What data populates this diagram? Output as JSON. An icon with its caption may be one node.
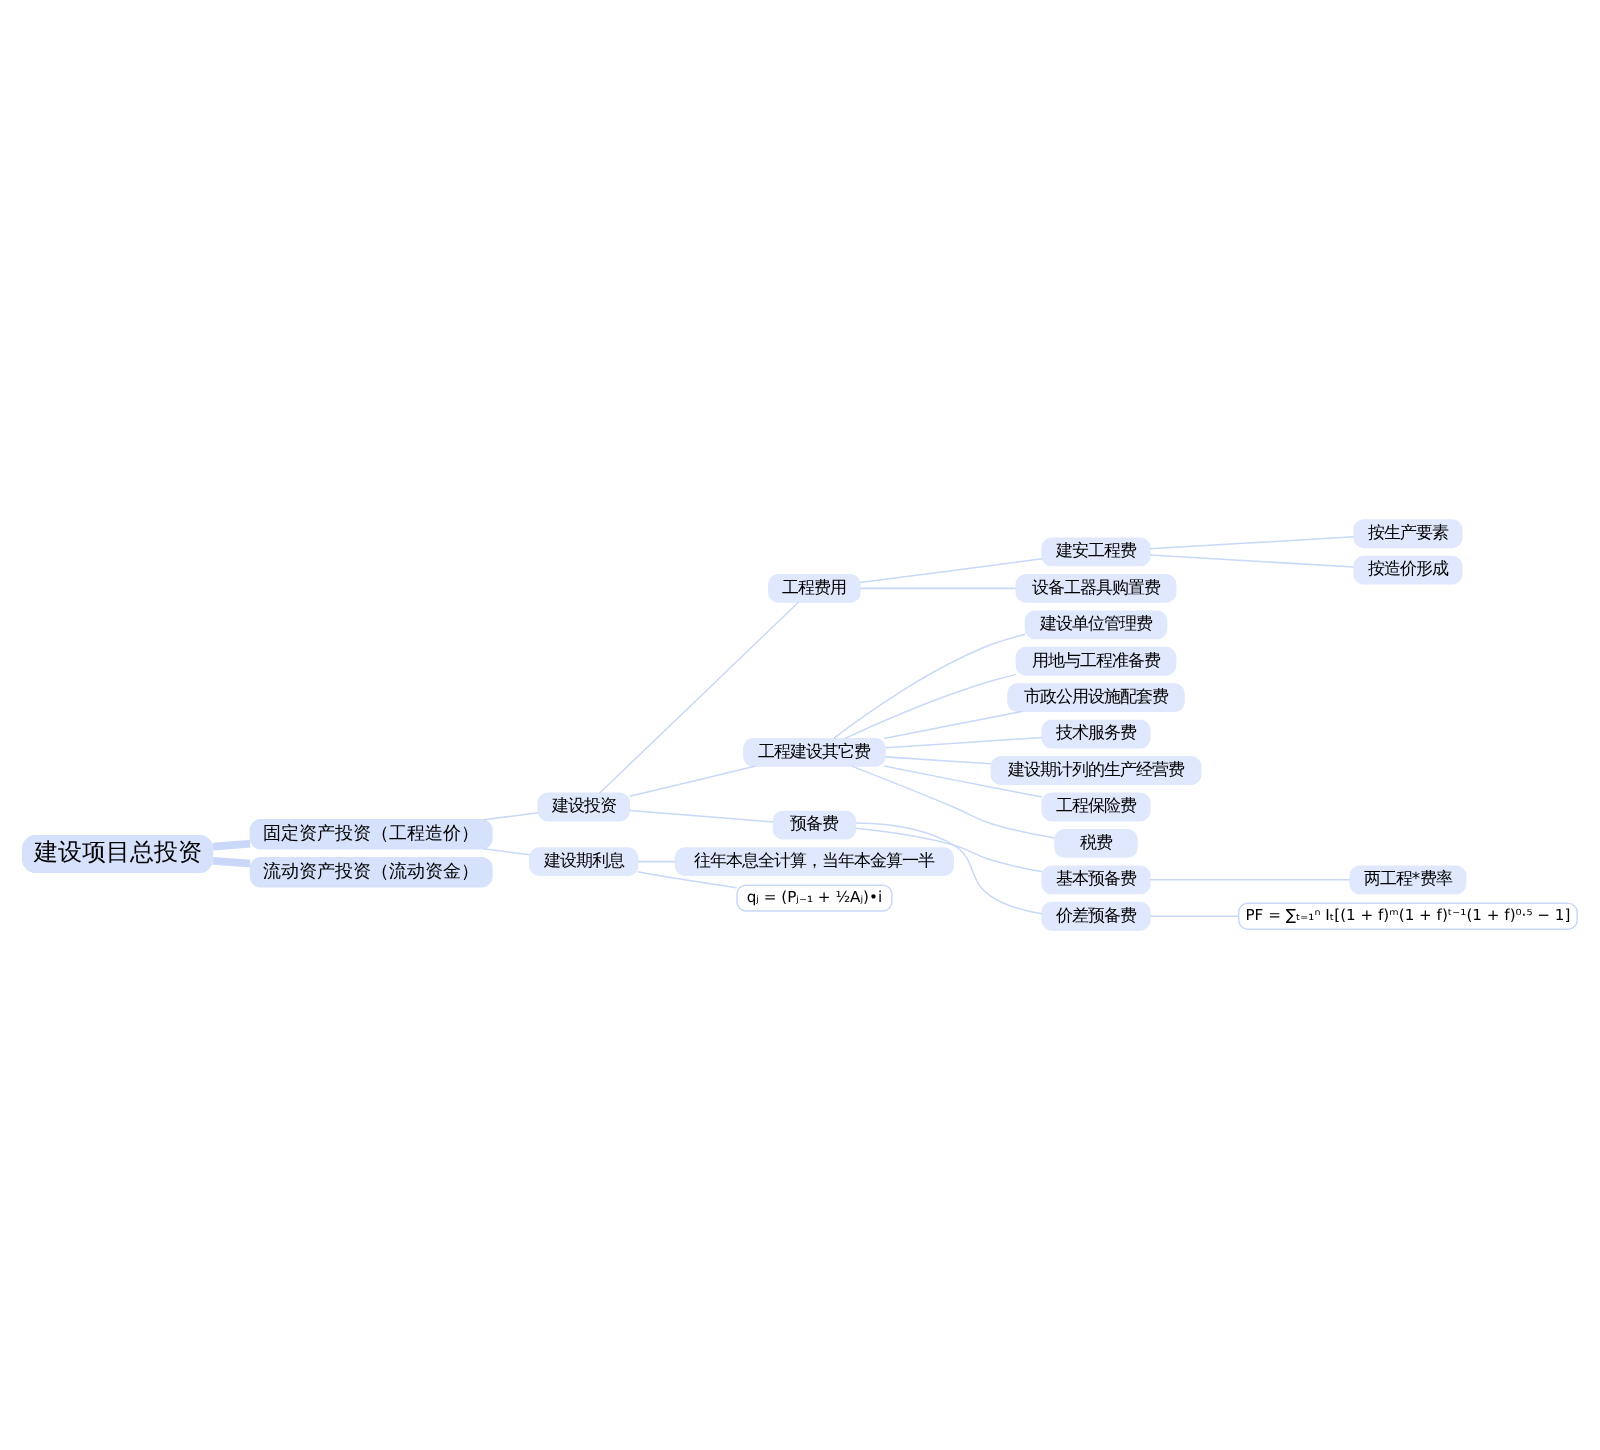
{
  "diagram": {
    "nodes": [
      {
        "text": [
          "建设项目总投资"
        ]
      },
      {
        "text": [
          "固定资产投资（工程造价）"
        ]
      },
      {
        "text": [
          "建设投资"
        ]
      },
      {
        "text": [
          "工程费用"
        ]
      },
      {
        "text": [
          "建安工程费"
        ]
      },
      {
        "text": [
          "按生产要素"
        ]
      },
      {
        "text": [
          "按造价形成"
        ]
      },
      {
        "text": [
          "设备工器具购置费"
        ]
      },
      {
        "text": [
          "工程建设其它费"
        ]
      },
      {
        "text": [
          "建设单位管理费"
        ]
      },
      {
        "text": [
          "用地与工程准备费"
        ]
      },
      {
        "text": [
          "市政公用设施配套费"
        ]
      },
      {
        "text": [
          "技术服务费"
        ]
      },
      {
        "text": [
          "建设期计列的生产经营费"
        ]
      },
      {
        "text": [
          "工程保险费"
        ]
      },
      {
        "text": [
          "税费"
        ]
      },
      {
        "text": [
          "预备费"
        ]
      },
      {
        "text": [
          "基本预备费"
        ]
      },
      {
        "text": [
          "两工程*费率"
        ]
      },
      {
        "text": [
          "价差预备费"
        ]
      },
      {
        "text": [
          "PF = ∑ₜ₌₁ⁿ Iₜ[(1 + f)ᵐ(1 + f)ᵗ⁻¹(1 + f)⁰·⁵ − 1]"
        ]
      },
      {
        "text": [
          "建设期利息"
        ]
      },
      {
        "text": [
          "往年本息全计算，当年本金算一半"
        ]
      },
      {
        "text": [
          "qⱼ = (Pⱼ₋₁ + ½Aⱼ)•i"
        ]
      },
      {
        "text": [
          "流动资产投资（流动资金）"
        ]
      }
    ],
    "edges": [
      {
        "from": 0,
        "to": 1,
        "arrow": "none",
        "style": "thick"
      },
      {
        "from": 0,
        "to": 24,
        "arrow": "none",
        "style": "thick"
      },
      {
        "from": 1,
        "to": 2,
        "arrow": "none"
      },
      {
        "from": 1,
        "to": 21,
        "arrow": "none"
      },
      {
        "from": 2,
        "to": 3,
        "arrow": "none"
      },
      {
        "from": 2,
        "to": 8,
        "arrow": "none"
      },
      {
        "from": 2,
        "to": 16,
        "arrow": "none"
      },
      {
        "from": 3,
        "to": 4,
        "arrow": "none"
      },
      {
        "from": 3,
        "to": 7,
        "arrow": "none"
      },
      {
        "from": 4,
        "to": 5,
        "arrow": "none"
      },
      {
        "from": 4,
        "to": 6,
        "arrow": "none"
      },
      {
        "from": 8,
        "to": 9,
        "arrow": "none"
      },
      {
        "from": 8,
        "to": 10,
        "arrow": "none"
      },
      {
        "from": 8,
        "to": 11,
        "arrow": "none"
      },
      {
        "from": 8,
        "to": 12,
        "arrow": "none"
      },
      {
        "from": 8,
        "to": 13,
        "arrow": "none"
      },
      {
        "from": 8,
        "to": 14,
        "arrow": "none"
      },
      {
        "from": 8,
        "to": 15,
        "arrow": "none"
      },
      {
        "from": 16,
        "to": 17,
        "arrow": "none"
      },
      {
        "from": 16,
        "to": 19,
        "arrow": "none"
      },
      {
        "from": 17,
        "to": 18,
        "arrow": "none"
      },
      {
        "from": 19,
        "to": 20,
        "arrow": "none"
      },
      {
        "from": 21,
        "to": 22,
        "arrow": "none"
      },
      {
        "from": 21,
        "to": 23,
        "arrow": "none"
      }
    ]
  }
}
